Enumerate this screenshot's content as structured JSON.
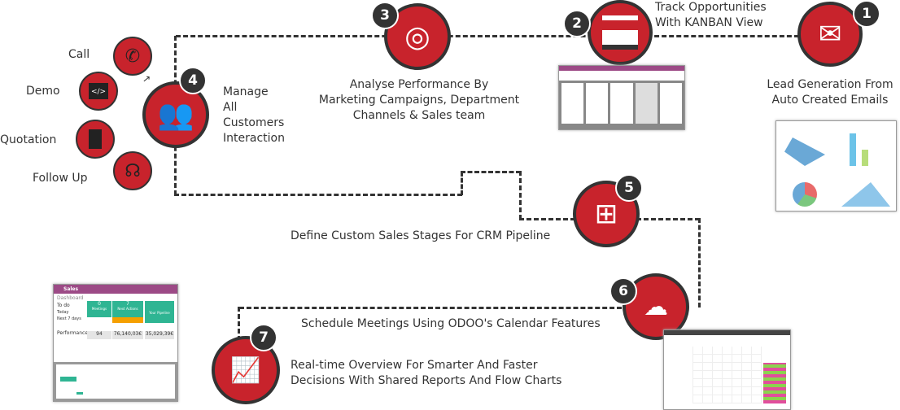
{
  "colors": {
    "accent": "#c8232c",
    "dark": "#333333",
    "odoo_purple": "#9c4a86",
    "teal": "#2fb593",
    "orange": "#f5a000"
  },
  "steps": [
    {
      "number": "1",
      "icon": "email-at-icon",
      "label_lines": [
        "Lead Generation From",
        "Auto Created Emails"
      ]
    },
    {
      "number": "2",
      "icon": "kanban-window-icon",
      "label_lines": [
        "Track Opportunities",
        "With KANBAN View"
      ]
    },
    {
      "number": "3",
      "icon": "target-growth-icon",
      "label_lines": [
        "Analyse Performance By",
        "Marketing Campaigns, Department",
        "Channels & Sales team"
      ]
    },
    {
      "number": "4",
      "icon": "customers-icon",
      "label_lines": [
        "Manage",
        "All",
        "Customers",
        "Interaction"
      ]
    },
    {
      "number": "5",
      "icon": "flowchart-icon",
      "label_lines": [
        "Define Custom Sales Stages For CRM Pipeline"
      ]
    },
    {
      "number": "6",
      "icon": "calendar-clouds-icon",
      "label_lines": [
        "Schedule Meetings Using ODOO's Calendar Features"
      ]
    },
    {
      "number": "7",
      "icon": "chart-report-icon",
      "label_lines": [
        "Real-time Overview For Smarter And Faster",
        "Decisions With Shared Reports And Flow Charts"
      ]
    }
  ],
  "interactions": [
    {
      "label": "Call",
      "icon": "phone-icon"
    },
    {
      "label": "Demo",
      "icon": "code-window-icon"
    },
    {
      "label": "Quotation",
      "icon": "document-icon"
    },
    {
      "label": "Follow Up",
      "icon": "headset-icon"
    }
  ],
  "sales_dashboard": {
    "title": "Sales",
    "subtitle": "Dashboard",
    "todo": "To do",
    "today": "Today",
    "next7": "Next 7 days",
    "meetings_count": "0",
    "meetings": "Meetings",
    "next_actions_count": "7",
    "next_actions": "Next Actions",
    "pipeline": "Your Pipeline",
    "performance": "Performance",
    "perf_values": [
      "94",
      "76,140,03€",
      "35,029,39€"
    ]
  }
}
